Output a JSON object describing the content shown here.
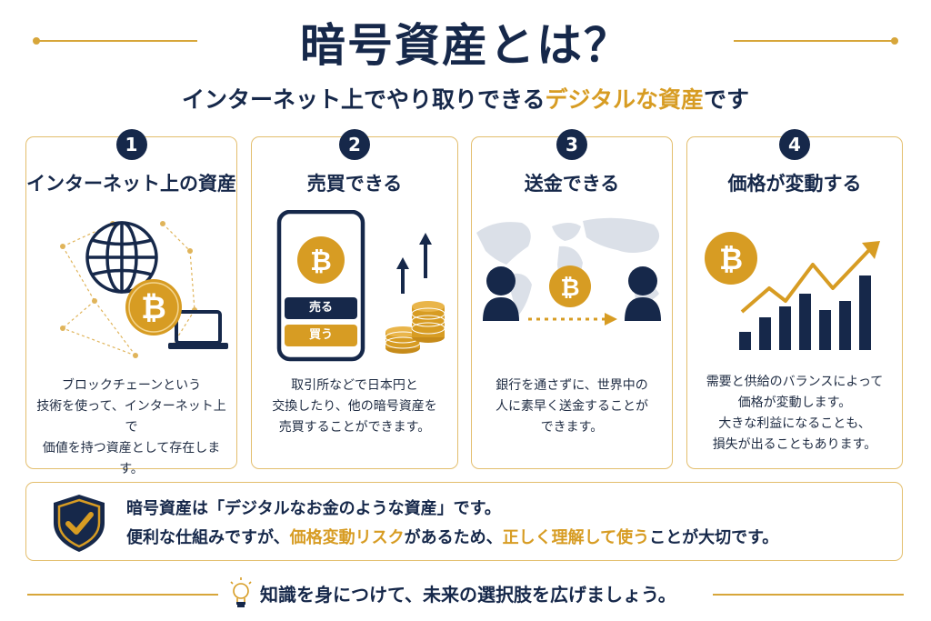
{
  "header": {
    "title": "暗号資産とは？",
    "subtitle_pre": "インターネット上でやり取りできる",
    "subtitle_highlight": "デジタルな資産",
    "subtitle_post": "です"
  },
  "cards": [
    {
      "number": "1",
      "title": "インターネット上の資産",
      "icons": [
        "globe-icon",
        "bitcoin-icon",
        "laptop-icon"
      ],
      "lines": [
        "ブロックチェーンという",
        "技術を使って、インターネット上で",
        "価値を持つ資産として存在します。"
      ]
    },
    {
      "number": "2",
      "title": "売買できる",
      "icons": [
        "smartphone-icon",
        "bitcoin-icon",
        "coin-stack-icon",
        "arrow-up-icon"
      ],
      "sell_label": "売る",
      "buy_label": "買う",
      "lines": [
        "取引所などで日本円と",
        "交換したり、他の暗号資産を",
        "売買することができます。"
      ]
    },
    {
      "number": "3",
      "title": "送金できる",
      "icons": [
        "world-map-icon",
        "person-icon",
        "bitcoin-icon",
        "arrow-right-icon"
      ],
      "lines": [
        "銀行を通さずに、世界中の",
        "人に素早く送金することが",
        "できます。"
      ]
    },
    {
      "number": "4",
      "title": "価格が変動する",
      "icons": [
        "bitcoin-icon",
        "bar-chart-icon",
        "trend-up-arrow-icon"
      ],
      "lines": [
        "需要と供給のバランスによって",
        "価格が変動します。",
        "大きな利益になることも、",
        "損失が出ることもあります。"
      ]
    }
  ],
  "summary": {
    "icon": "shield-check-icon",
    "line1": "暗号資産は「デジタルなお金のような資産」です。",
    "line2_a": "便利な仕組みですが、",
    "line2_hl1": "価格変動リスク",
    "line2_b": "があるため、",
    "line2_hl2": "正しく理解して使う",
    "line2_c": "ことが大切です。"
  },
  "footer": {
    "icon": "lightbulb-icon",
    "text": "知識を身につけて、未来の選択肢を広げましょう。"
  },
  "colors": {
    "navy": "#16284a",
    "gold": "#d79c23",
    "border": "#e3be6d"
  }
}
